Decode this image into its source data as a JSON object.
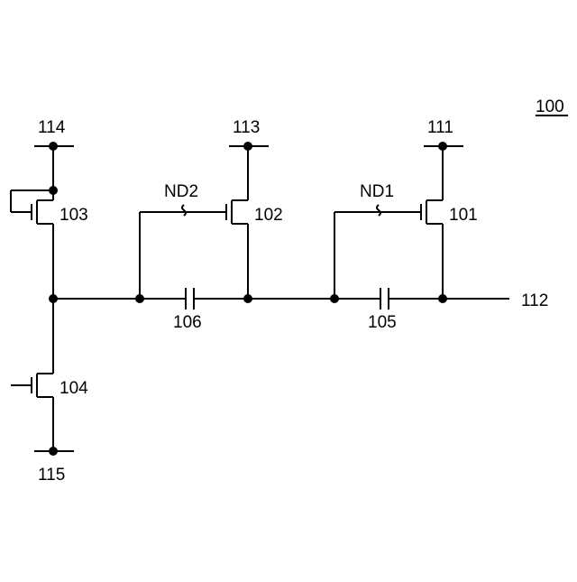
{
  "figure": {
    "ref": "100"
  },
  "terminals": {
    "t111": "111",
    "t112": "112",
    "t113": "113",
    "t114": "114",
    "t115": "115"
  },
  "transistors": {
    "q101": "101",
    "q102": "102",
    "q103": "103",
    "q104": "104"
  },
  "capacitors": {
    "c105": "105",
    "c106": "106"
  },
  "nodes": {
    "nd1": "ND1",
    "nd2": "ND2"
  }
}
